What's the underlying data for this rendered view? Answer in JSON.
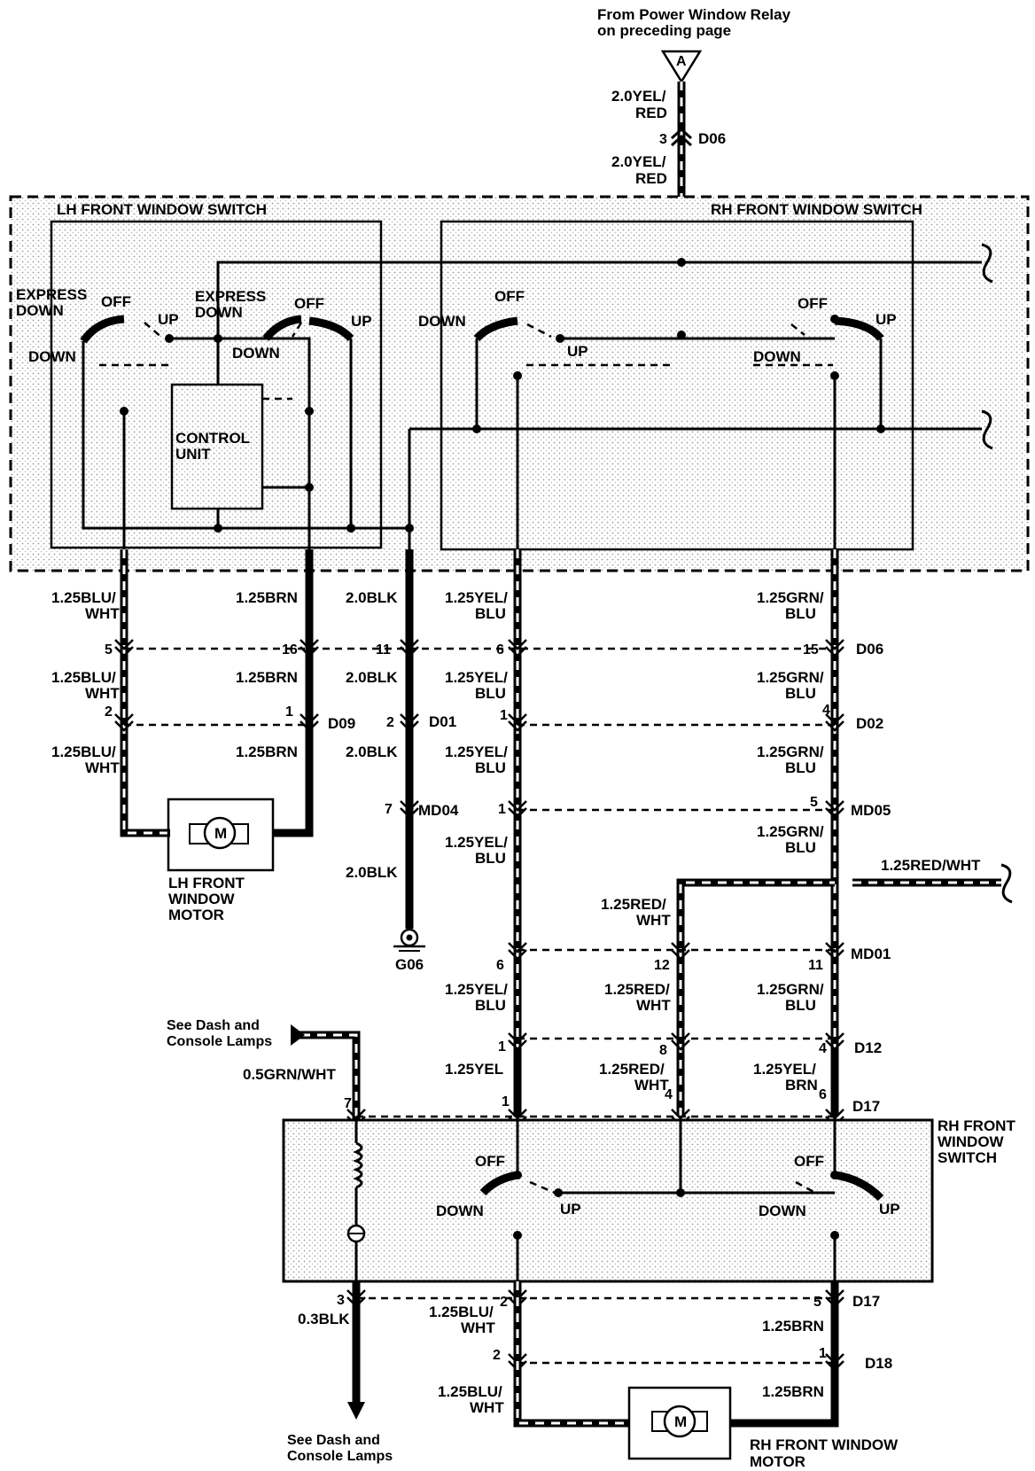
{
  "relay_source": {
    "line1": "From Power Window Relay",
    "line2": "on preceding page",
    "flag": "A"
  },
  "top_wires": {
    "w1_a": "2.0YEL/",
    "w1_b": "RED",
    "pin": "3",
    "conn": "D06",
    "w2_a": "2.0YEL/",
    "w2_b": "RED"
  },
  "lh_switch": {
    "title": "LH FRONT WINDOW SWITCH",
    "express_down_1a": "EXPRESS",
    "express_down_1b": "DOWN",
    "express_down_2a": "EXPRESS",
    "express_down_2b": "DOWN",
    "off_1": "OFF",
    "off_2": "OFF",
    "up_1": "UP",
    "up_2": "UP",
    "down_1": "DOWN",
    "down_2": "DOWN",
    "control_unit_a": "CONTROL",
    "control_unit_b": "UNIT"
  },
  "rh_switch_upper": {
    "title": "RH FRONT WINDOW SWITCH",
    "down_1": "DOWN",
    "off_1": "OFF",
    "up_1": "UP",
    "off_2": "OFF",
    "up_2": "UP",
    "down_2": "DOWN"
  },
  "wire_labels": {
    "c1_a": "1.25BLU/",
    "c1_b": "WHT",
    "c2": "1.25BRN",
    "c3": "2.0BLK",
    "c4_a": "1.25YEL/",
    "c4_b": "BLU",
    "c5_a": "1.25GRN/",
    "c5_b": "BLU",
    "c1_2a": "1.25BLU/",
    "c1_2b": "WHT",
    "c2_2": "1.25BRN",
    "c3_2": "2.0BLK",
    "c4_2a": "1.25YEL/",
    "c4_2b": "BLU",
    "c5_2a": "1.25GRN/",
    "c5_2b": "BLU",
    "c1_3a": "1.25BLU/",
    "c1_3b": "WHT",
    "c2_3": "1.25BRN",
    "c3_3": "2.0BLK",
    "c4_3a": "1.25YEL/",
    "c4_3b": "BLU",
    "c5_3a": "1.25GRN/",
    "c5_3b": "BLU",
    "c3_4": "2.0BLK",
    "c4_4a": "1.25YEL/",
    "c4_4b": "BLU",
    "c5_4a": "1.25GRN/",
    "c5_4b": "BLU",
    "redwht_right": "1.25RED/WHT",
    "redwht_a": "1.25RED/",
    "redwht_b": "WHT",
    "c4_5a": "1.25YEL/",
    "c4_5b": "BLU",
    "redwht_2a": "1.25RED/",
    "redwht_2b": "WHT",
    "c5_5a": "1.25GRN/",
    "c5_5b": "BLU",
    "c4_6": "1.25YEL",
    "redwht_3a": "1.25RED/",
    "redwht_3b": "WHT",
    "yelbrn_a": "1.25YEL/",
    "yelbrn_b": "BRN",
    "grnwht": "0.5GRN/WHT",
    "blk03": "0.3BLK",
    "bl2_a": "1.25BLU/",
    "bl2_b": "WHT",
    "brn_2": "1.25BRN",
    "bl3_a": "1.25BLU/",
    "bl3_b": "WHT",
    "brn_3": "1.25BRN"
  },
  "connectors": {
    "d06": "D06",
    "d09": "D09",
    "d01": "D01",
    "d02": "D02",
    "md04": "MD04",
    "md05": "MD05",
    "md01": "MD01",
    "d12": "D12",
    "d17a": "D17",
    "d17b": "D17",
    "d18": "D18",
    "g06": "G06"
  },
  "pins": {
    "r1_5": "5",
    "r1_16": "16",
    "r1_11": "11",
    "r1_6": "6",
    "r1_15": "15",
    "r2_2": "2",
    "r2_1": "1",
    "r2_2b": "2",
    "r2_1b": "1",
    "r2_4": "4",
    "r3_7": "7",
    "r3_1": "1",
    "r3_5": "5",
    "r4_6": "6",
    "r4_12": "12",
    "r4_11": "11",
    "r5_1": "1",
    "r5_8": "8",
    "r5_4": "4",
    "r6_7": "7",
    "r6_1": "1",
    "r6_4": "4",
    "r6_6": "6",
    "r7_3": "3",
    "r7_2": "2",
    "r7_5": "5",
    "r8_2": "2",
    "r8_1": "1"
  },
  "lh_motor": {
    "symbol": "M",
    "l1": "LH FRONT",
    "l2": "WINDOW",
    "l3": "MOTOR"
  },
  "rh_motor": {
    "symbol": "M",
    "l1": "RH FRONT WINDOW",
    "l2": "MOTOR"
  },
  "lamps_top": {
    "l1": "See Dash and",
    "l2": "Console Lamps"
  },
  "lamps_bottom": {
    "l1": "See Dash and",
    "l2": "Console Lamps"
  },
  "rh_switch_lower": {
    "title1": "RH FRONT",
    "title2": "WINDOW",
    "title3": "SWITCH",
    "off_1": "OFF",
    "down_1": "DOWN",
    "up_1": "UP",
    "down_2": "DOWN",
    "off_2": "OFF",
    "up_2": "UP"
  }
}
